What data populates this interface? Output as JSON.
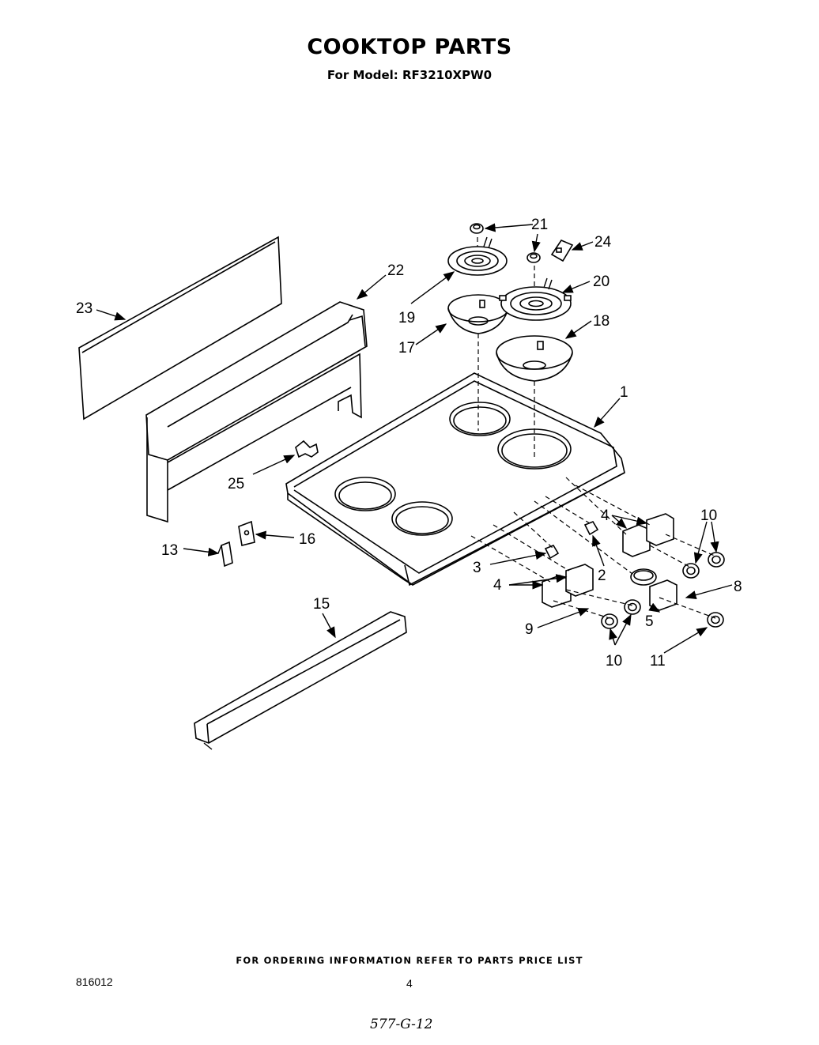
{
  "header": {
    "title": "COOKTOP PARTS",
    "model": "For Model: RF3210XPW0"
  },
  "diagram": {
    "callouts": {
      "c1": "1",
      "c2": "2",
      "c3": "3",
      "c4a": "4",
      "c4b": "4",
      "c5": "5",
      "c8": "8",
      "c9": "9",
      "c10a": "10",
      "c10b": "10",
      "c11": "11",
      "c13": "13",
      "c15": "15",
      "c16": "16",
      "c17": "17",
      "c18": "18",
      "c19": "19",
      "c20": "20",
      "c21": "21",
      "c22": "22",
      "c23": "23",
      "c24": "24",
      "c25": "25"
    }
  },
  "footer": {
    "note": "FOR ORDERING INFORMATION REFER TO PARTS PRICE LIST",
    "doc_id": "816012",
    "page": "4",
    "handwritten": "577-G-12"
  }
}
